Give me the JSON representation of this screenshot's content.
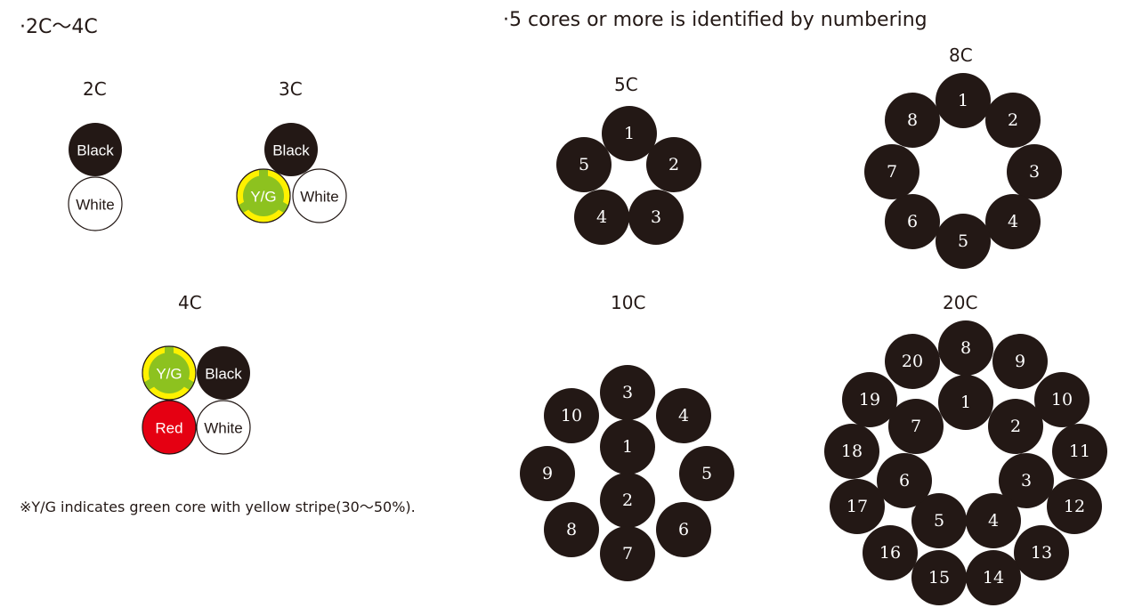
{
  "colors": {
    "core_black": "#231815",
    "core_white": "#ffffff",
    "core_red": "#e50012",
    "core_green": "#8dc21f",
    "core_yellow": "#fff100"
  },
  "sections": {
    "left_heading": "·2C～4C",
    "right_heading": "·5 cores or more is identified by numbering"
  },
  "color_coded": [
    {
      "label": "2C",
      "cores": [
        {
          "text": "Black",
          "color": "black"
        },
        {
          "text": "White",
          "color": "white"
        }
      ]
    },
    {
      "label": "3C",
      "cores": [
        {
          "text": "Black",
          "color": "black"
        },
        {
          "text": "Y/G",
          "color": "yg"
        },
        {
          "text": "White",
          "color": "white"
        }
      ]
    },
    {
      "label": "4C",
      "cores": [
        {
          "text": "Y/G",
          "color": "yg"
        },
        {
          "text": "Black",
          "color": "black"
        },
        {
          "text": "Red",
          "color": "red"
        },
        {
          "text": "White",
          "color": "white"
        }
      ]
    }
  ],
  "note": "※Y/G indicates green core with yellow stripe(30～50%).",
  "numbered": [
    {
      "label": "5C",
      "cores": [
        "1",
        "2",
        "3",
        "4",
        "5"
      ]
    },
    {
      "label": "8C",
      "cores": [
        "1",
        "2",
        "3",
        "4",
        "5",
        "6",
        "7",
        "8"
      ]
    },
    {
      "label": "10C",
      "cores": [
        "1",
        "2",
        "3",
        "4",
        "5",
        "6",
        "7",
        "8",
        "9",
        "10"
      ]
    },
    {
      "label": "20C",
      "cores": [
        "1",
        "2",
        "3",
        "4",
        "5",
        "6",
        "7",
        "8",
        "9",
        "10",
        "11",
        "12",
        "13",
        "14",
        "15",
        "16",
        "17",
        "18",
        "19",
        "20"
      ]
    }
  ]
}
